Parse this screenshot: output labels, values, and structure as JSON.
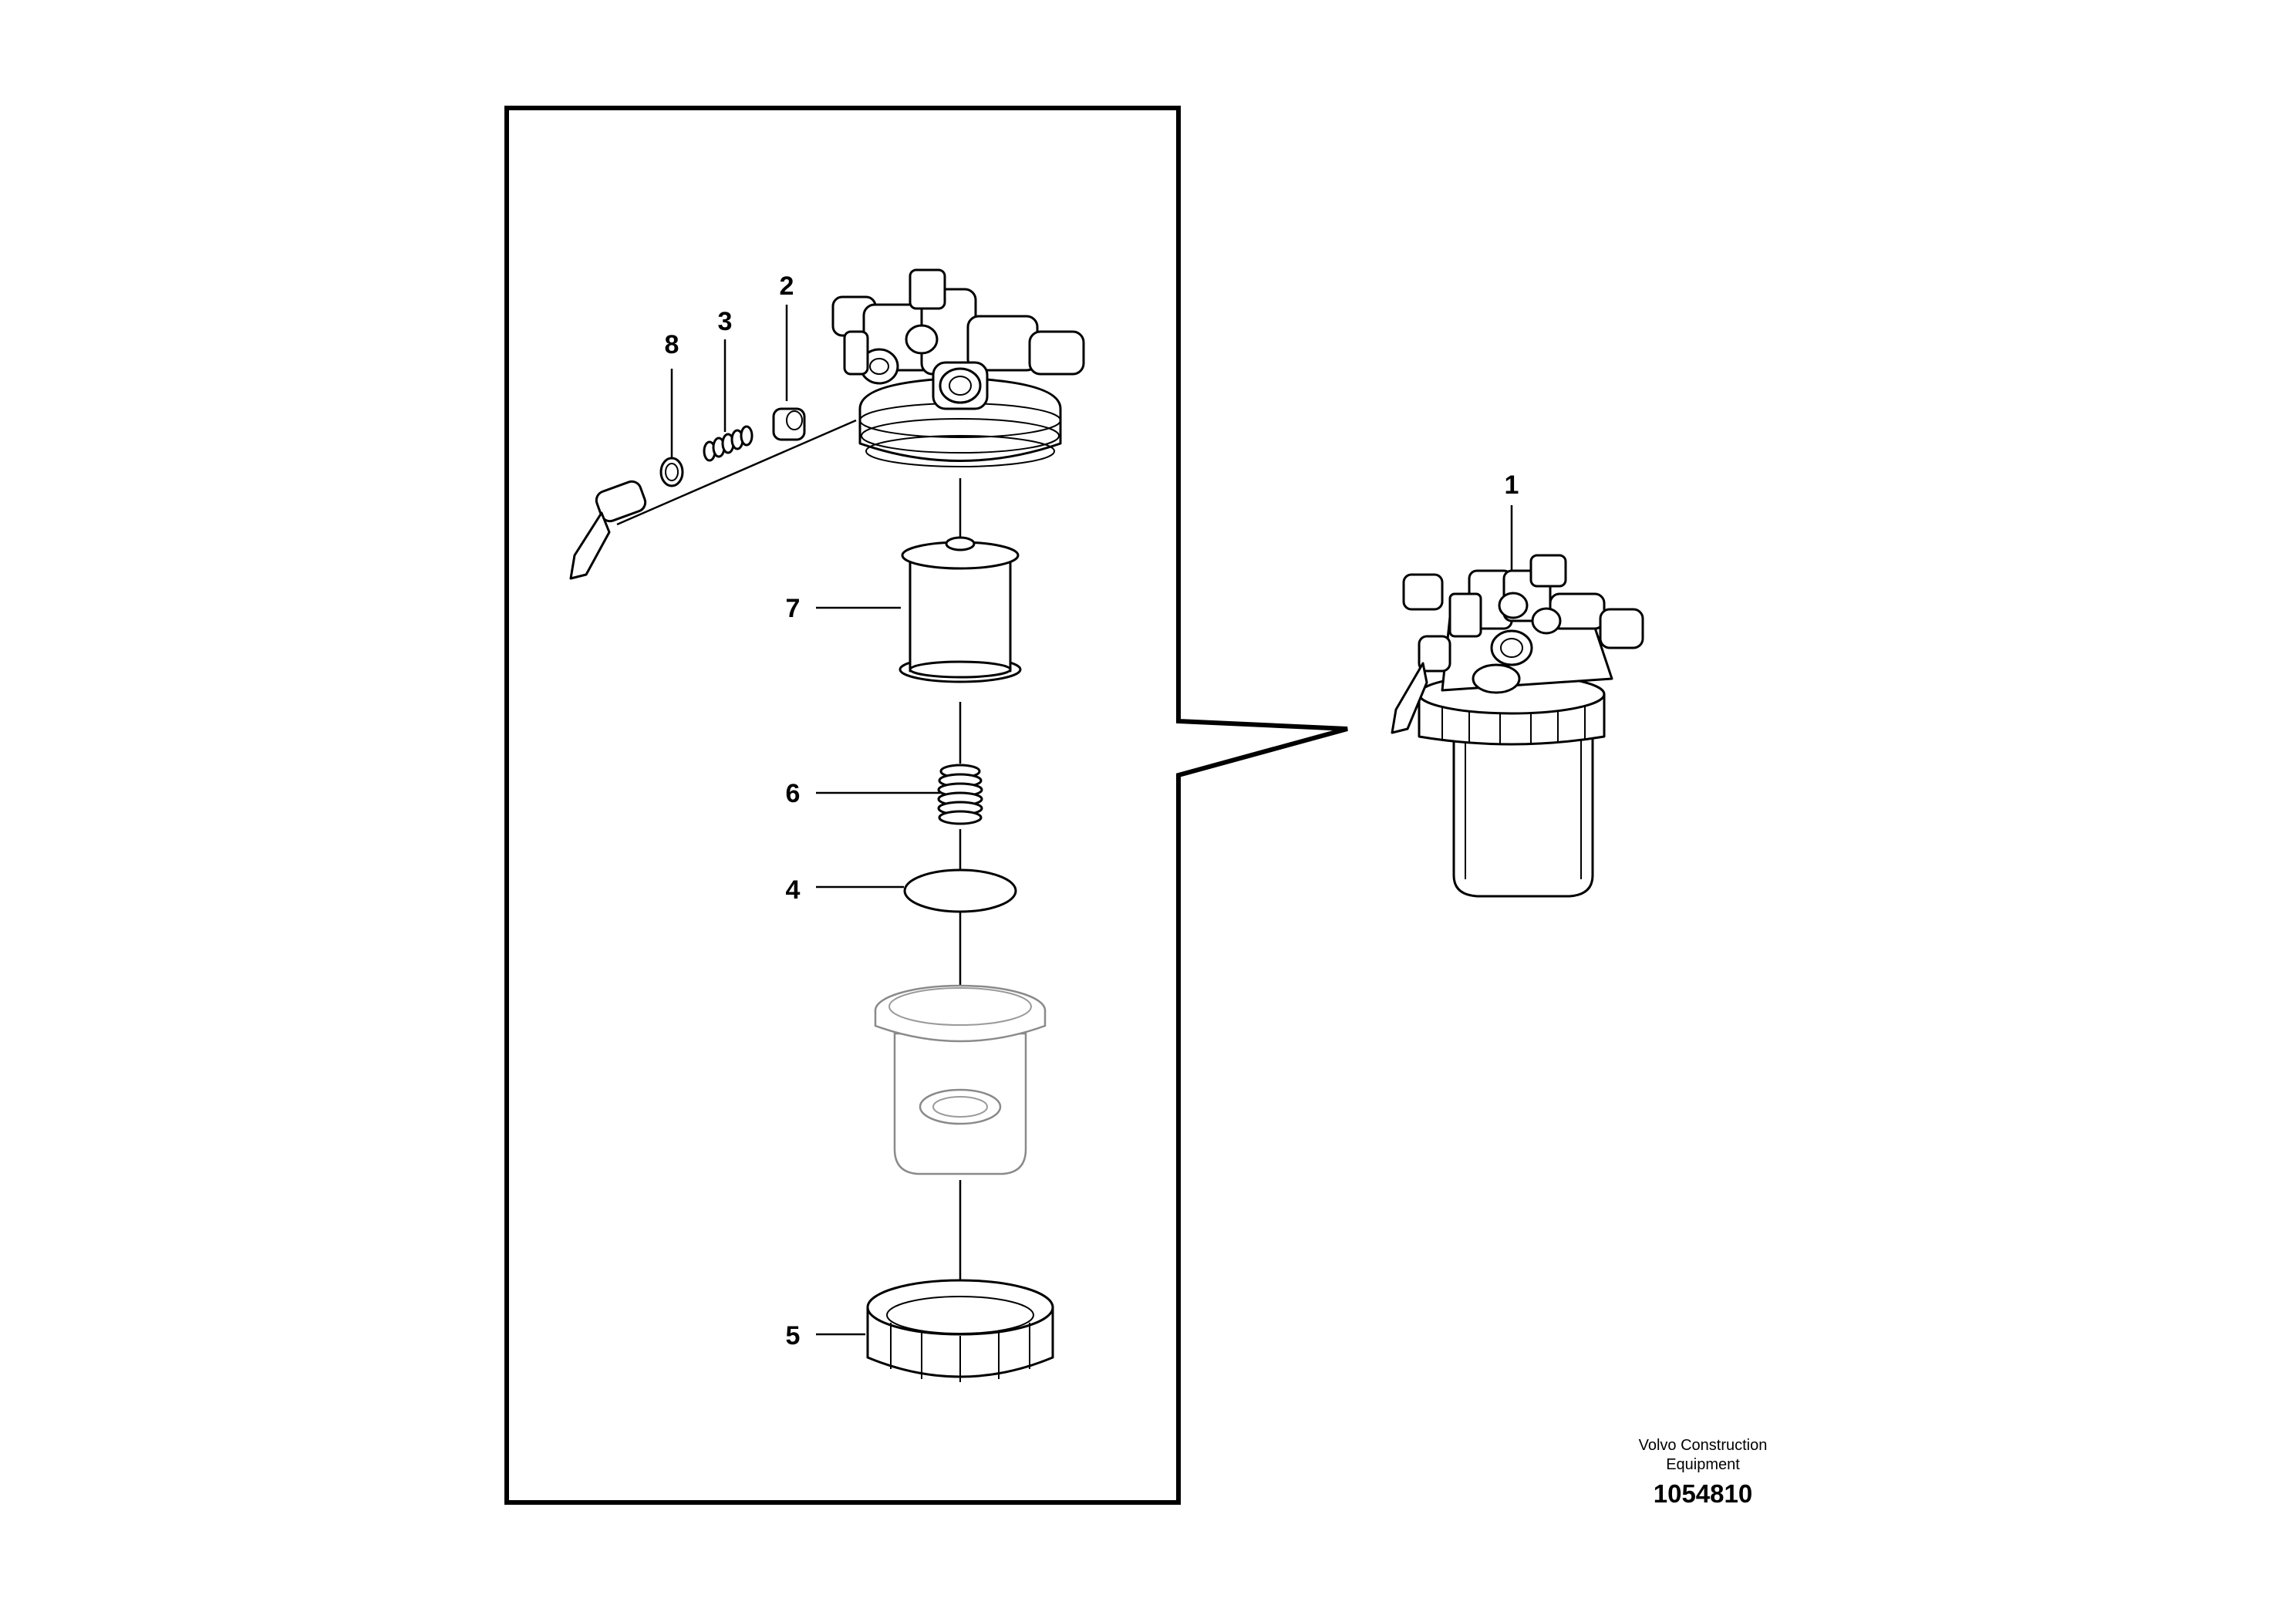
{
  "callouts": [
    "1",
    "2",
    "3",
    "4",
    "5",
    "6",
    "7",
    "8"
  ],
  "footer": {
    "company_line1": "Volvo Construction",
    "company_line2": "Equipment",
    "drawing_number": "1054810"
  }
}
